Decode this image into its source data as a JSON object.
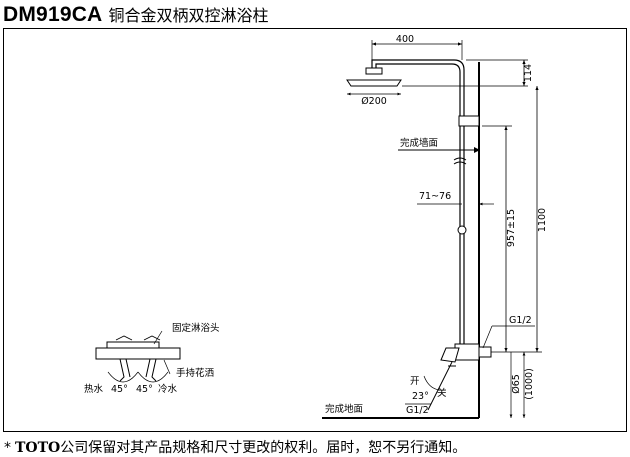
{
  "title": {
    "model": "DM919CA",
    "product": "铜合金双柄双控淋浴柱"
  },
  "dims": {
    "arm_width": "400",
    "top_height": "114",
    "head_diameter": "Ø200",
    "wall_offset": "71~76",
    "riser_height": "957±15",
    "total_height": "1100",
    "connection_top": "G1/2",
    "connection_bottom": "G1/2",
    "inlet_spacing": "Ø65",
    "mount_height": "(1000)",
    "angle": "23°"
  },
  "labels": {
    "finished_wall": "完成墙面",
    "finished_floor": "完成地面",
    "fixed_shower": "固定淋浴头",
    "hand_shower": "手持花洒",
    "hot": "热水",
    "cold": "冷水",
    "deg_left": "45°",
    "deg_right": "45°",
    "open": "开",
    "close": "关"
  },
  "footer": {
    "star": "*",
    "brand": "TOTO",
    "text": "公司保留对其产品规格和尺寸更改的权利。届时，恕不另行通知。"
  }
}
